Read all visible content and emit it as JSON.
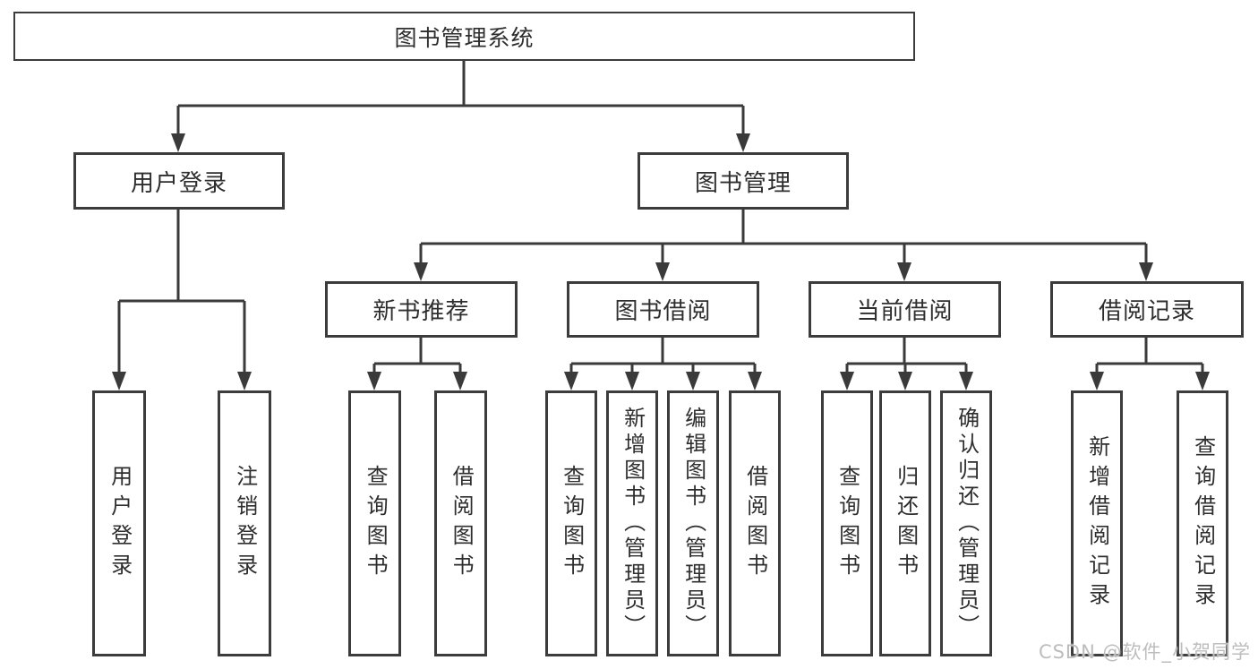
{
  "diagram": {
    "type": "functional-structure-tree",
    "root": {
      "label": "图书管理系统"
    },
    "level2": [
      {
        "label": "用户登录",
        "children": [
          {
            "label": "用户登录"
          },
          {
            "label": "注销登录"
          }
        ]
      },
      {
        "label": "图书管理",
        "children": [
          {
            "label": "新书推荐",
            "children": [
              {
                "label": "查询图书"
              },
              {
                "label": "借阅图书"
              }
            ]
          },
          {
            "label": "图书借阅",
            "children": [
              {
                "label": "查询图书"
              },
              {
                "label": "新增图书（管理员）"
              },
              {
                "label": "编辑图书（管理员）"
              },
              {
                "label": "借阅图书"
              }
            ]
          },
          {
            "label": "当前借阅",
            "children": [
              {
                "label": "查询图书"
              },
              {
                "label": "归还图书"
              },
              {
                "label": "确认归还（管理员）"
              }
            ]
          },
          {
            "label": "借阅记录",
            "children": [
              {
                "label": "新增借阅记录"
              },
              {
                "label": "查询借阅记录"
              }
            ]
          }
        ]
      }
    ],
    "watermark": "CSDN @软件_小贺同学",
    "colors": {
      "box_border": "#3c3c3c",
      "connector": "#3a3a3a",
      "text": "#2e2e2e",
      "watermark_text": "#bdbdbd",
      "background": "#ffffff"
    }
  }
}
